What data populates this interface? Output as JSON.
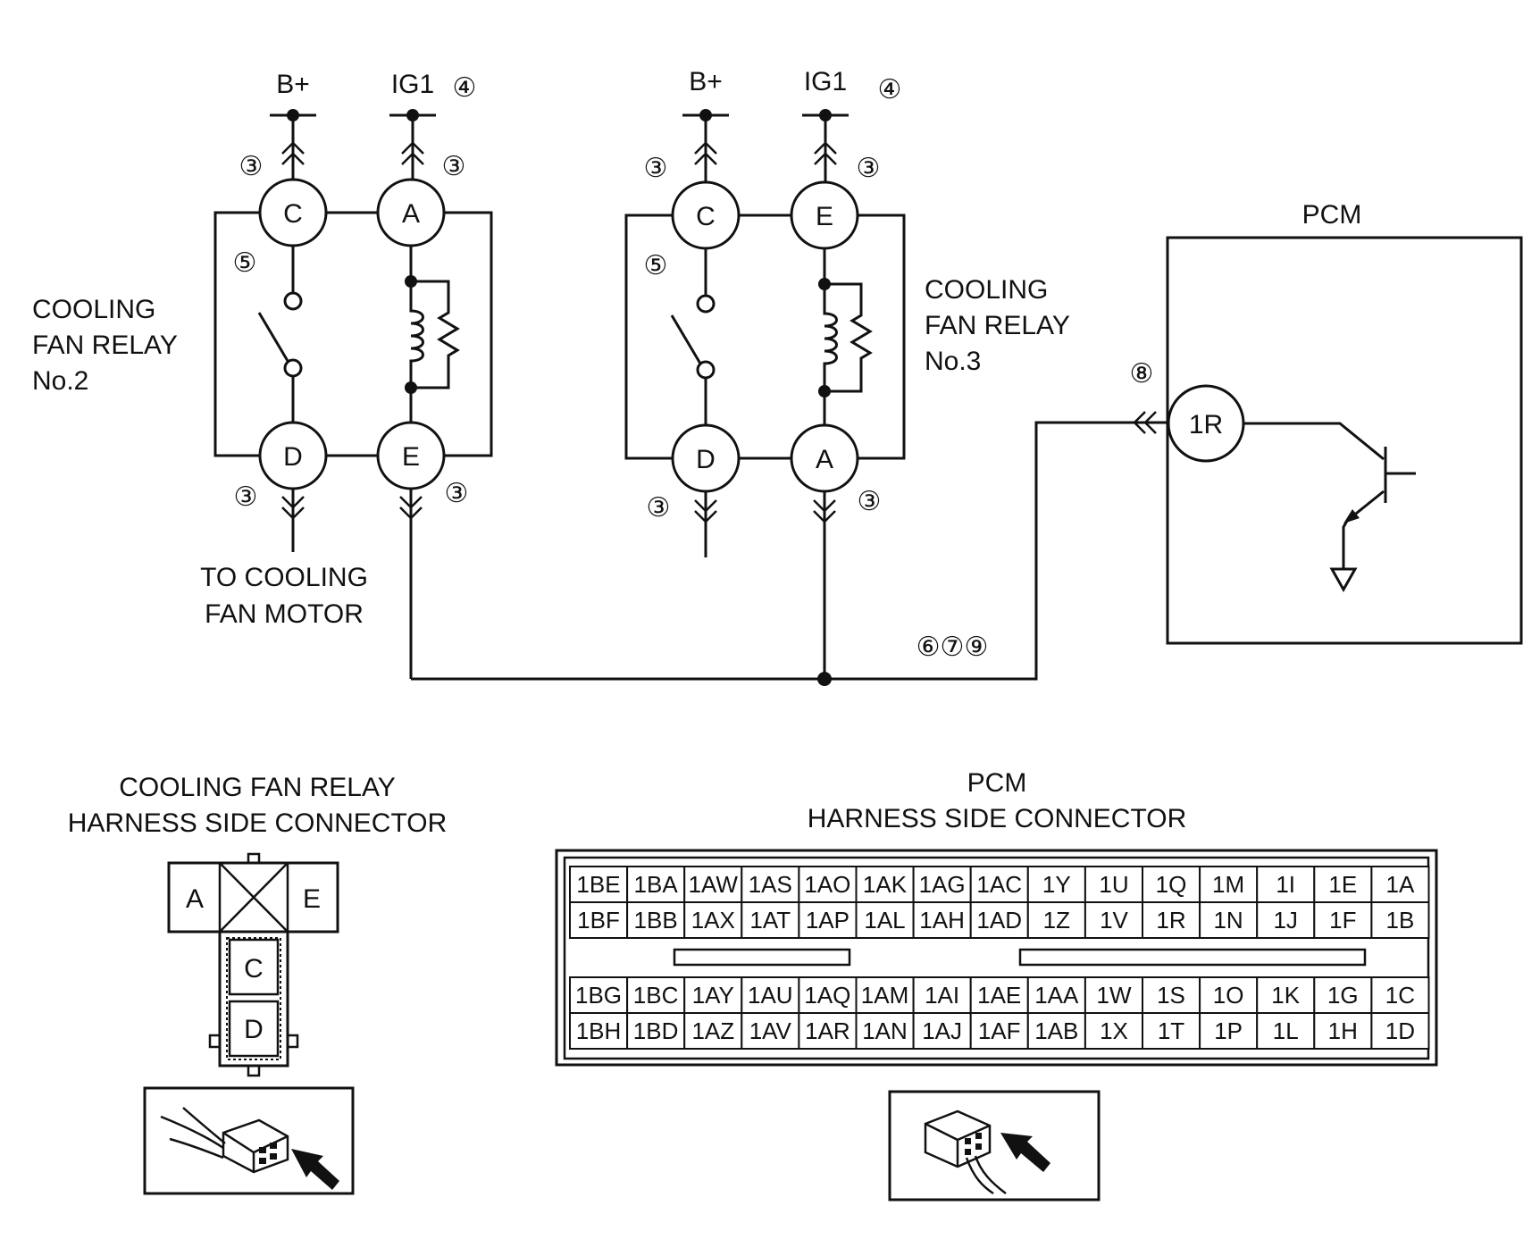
{
  "relay2": {
    "title_lines": [
      "COOLING",
      "FAN RELAY",
      "No.2"
    ],
    "top_labels": [
      "B+",
      "IG1"
    ],
    "terminals": [
      "C",
      "A",
      "D",
      "E"
    ],
    "note_top": "④",
    "note_pins": "③",
    "note_switch": "⑤",
    "output_lines": [
      "TO COOLING",
      "FAN MOTOR"
    ]
  },
  "relay3": {
    "title_lines": [
      "COOLING",
      "FAN RELAY",
      "No.3"
    ],
    "top_labels": [
      "B+",
      "IG1"
    ],
    "terminals": [
      "C",
      "E",
      "D",
      "A"
    ],
    "note_top": "④",
    "note_pins": "③",
    "note_switch": "⑤"
  },
  "pcm": {
    "title": "PCM",
    "terminal": "1R",
    "note_terminal": "⑧",
    "note_wire": "⑥⑦⑨"
  },
  "relay_connector": {
    "title_lines": [
      "COOLING FAN RELAY",
      "HARNESS SIDE CONNECTOR"
    ],
    "pins": [
      "A",
      "E",
      "C",
      "D"
    ],
    "icon": "connector-view-arrow-icon"
  },
  "pcm_connector": {
    "title_lines": [
      "PCM",
      "HARNESS SIDE CONNECTOR"
    ],
    "icon": "connector-view-arrow-icon",
    "upper_rows": [
      [
        "1BE",
        "1BA",
        "1AW",
        "1AS",
        "1AO",
        "1AK",
        "1AG",
        "1AC",
        "1Y",
        "1U",
        "1Q",
        "1M",
        "1I",
        "1E",
        "1A"
      ],
      [
        "1BF",
        "1BB",
        "1AX",
        "1AT",
        "1AP",
        "1AL",
        "1AH",
        "1AD",
        "1Z",
        "1V",
        "1R",
        "1N",
        "1J",
        "1F",
        "1B"
      ]
    ],
    "lower_rows": [
      [
        "1BG",
        "1BC",
        "1AY",
        "1AU",
        "1AQ",
        "1AM",
        "1AI",
        "1AE",
        "1AA",
        "1W",
        "1S",
        "1O",
        "1K",
        "1G",
        "1C"
      ],
      [
        "1BH",
        "1BD",
        "1AZ",
        "1AV",
        "1AR",
        "1AN",
        "1AJ",
        "1AF",
        "1AB",
        "1X",
        "1T",
        "1P",
        "1L",
        "1H",
        "1D"
      ]
    ]
  }
}
